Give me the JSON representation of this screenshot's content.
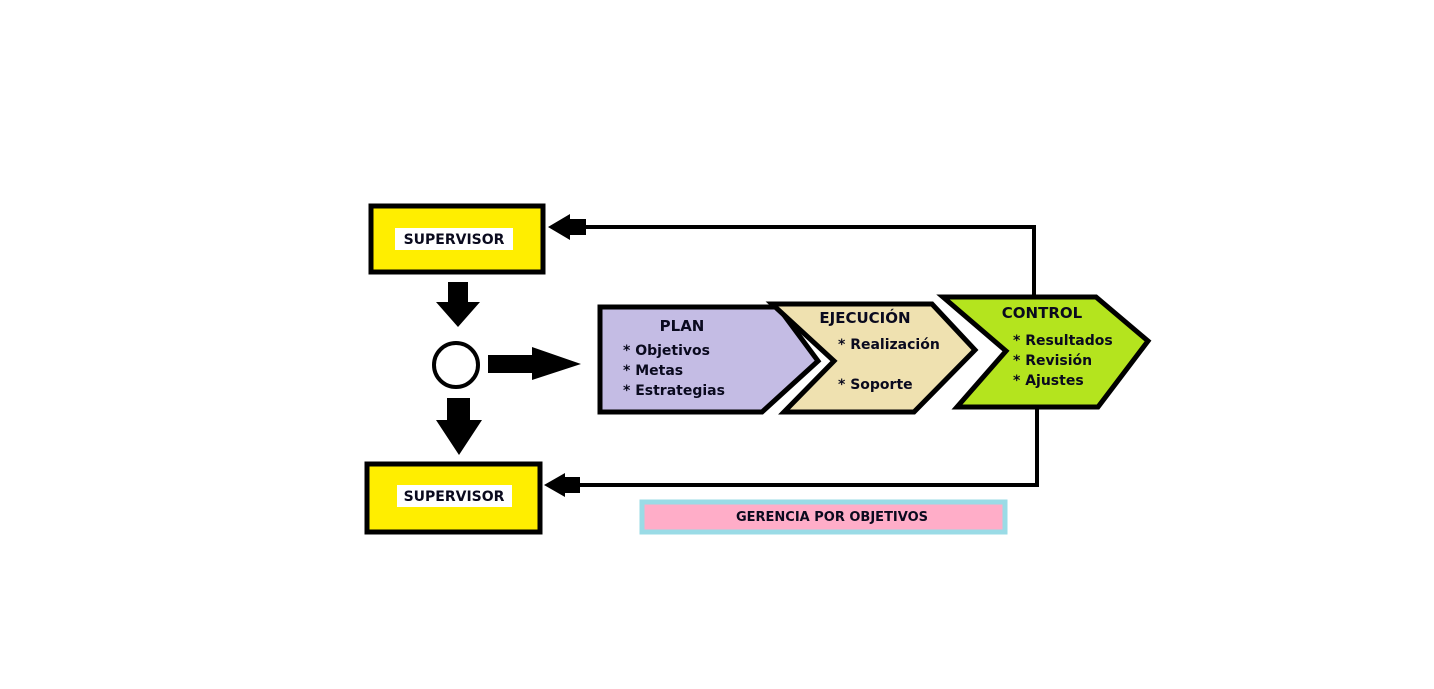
{
  "diagram": {
    "top_box": {
      "label": "SUPERVISOR",
      "fill": "#ffee00"
    },
    "bottom_box": {
      "label": "SUPERVISOR",
      "fill": "#ffee00"
    },
    "stages": [
      {
        "title": "PLAN",
        "fill": "#c4bce4",
        "items": [
          "* Objetivos",
          "* Metas",
          "* Estrategias"
        ]
      },
      {
        "title": "EJECUCIÓN",
        "fill": "#efe1b0",
        "items": [
          "* Realización",
          "* Soporte"
        ]
      },
      {
        "title": "CONTROL",
        "fill": "#b4e41e",
        "items": [
          "* Resultados",
          "* Revisión",
          "* Ajustes"
        ]
      }
    ],
    "banner": {
      "label": "GERENCIA POR OBJETIVOS",
      "fill": "#ffadc8",
      "border": "#9adbe6"
    }
  }
}
